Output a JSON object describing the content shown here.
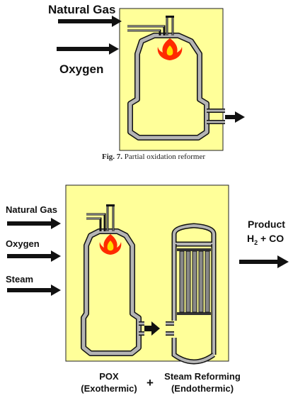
{
  "figure1": {
    "inputs": [
      "Natural Gas",
      "Oxygen"
    ],
    "caption_prefix": "Fig. 7.",
    "caption_text": " Partial oxidation reformer"
  },
  "figure2": {
    "inputs": [
      "Natural Gas",
      "Oxygen",
      "Steam"
    ],
    "output": {
      "line1": "Product",
      "h2_text": "H",
      "h2_sub": "2",
      "rest": " + CO"
    },
    "pox": {
      "line1": "POX",
      "line2": "(Exothermic)"
    },
    "plus": "+",
    "reforming": {
      "line1": "Steam Reforming",
      "line2": "(Endothermic)"
    }
  },
  "colors": {
    "panel": "#ffff99",
    "vessel_fill": "#b4b4b4",
    "flame_outer": "#ff2a00",
    "flame_inner": "#ffdd00"
  }
}
